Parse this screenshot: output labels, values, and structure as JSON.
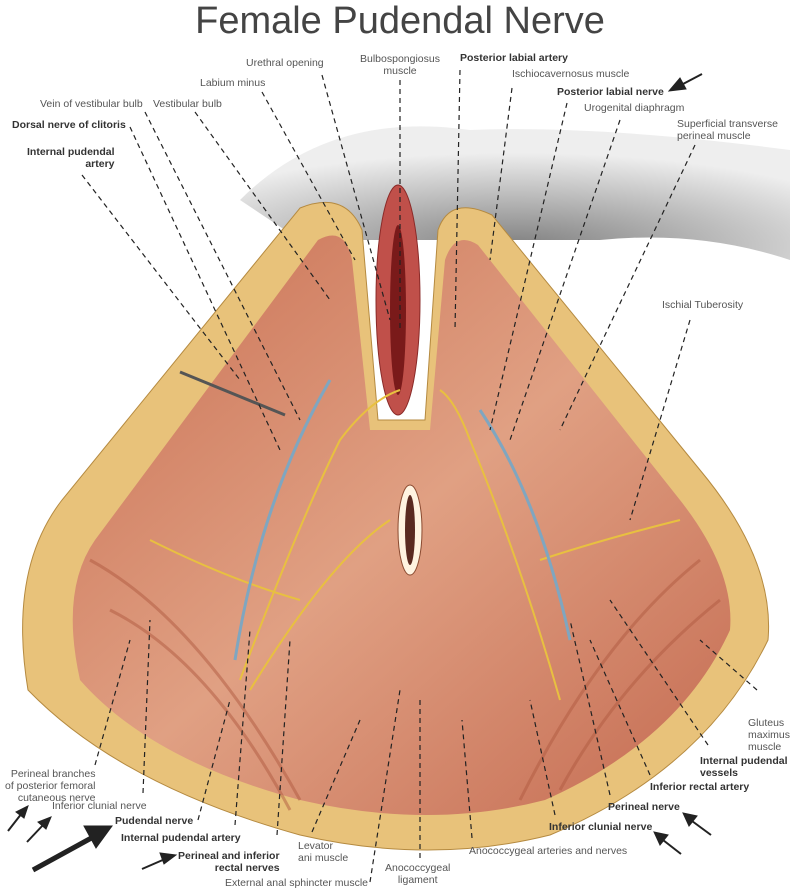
{
  "title": "Female Pudendal Nerve",
  "labels": {
    "urethral_opening": "Urethral opening",
    "bulbospongiosus": "Bulbospongiosus\nmuscle",
    "posterior_labial_artery": "Posterior labial artery",
    "ischiocavernosus": "Ischiocavernosus muscle",
    "posterior_labial_nerve": "Posterior labial nerve",
    "urogenital_diaphragm": "Urogenital diaphragm",
    "superficial_transverse": "Superficial transverse\nperineal muscle",
    "labium_minus": "Labium minus",
    "vein_vestibular_bulb": "Vein of vestibular bulb",
    "vestibular_bulb": "Vestibular bulb",
    "dorsal_nerve_clitoris": "Dorsal nerve of clitoris",
    "internal_pudendal_artery_top": "Internal pudendal\nartery",
    "ischial_tuberosity": "Ischial Tuberosity",
    "gluteus_maximus": "Gluteus\nmaximus\nmuscle",
    "internal_pudendal_vessels": "Internal pudendal\nvessels",
    "inferior_rectal_artery": "Inferior rectal artery",
    "perineal_nerve": "Perineal nerve",
    "inferior_clunial_nerve_right": "Inferior clunial nerve",
    "anococcygeal_arteries": "Anococcygeal arteries and nerves",
    "anococcygeal_ligament": "Anococcygeal\nligament",
    "external_anal_sphincter": "External anal sphincter muscle",
    "levator_ani": "Levator\nani muscle",
    "perineal_inferior_rectal": "Perineal and inferior\nrectal nerves",
    "internal_pudendal_artery_bottom": "Internal pudendal artery",
    "pudendal_nerve": "Pudendal nerve",
    "inferior_clunial_nerve_left": "Inferior clunial nerve",
    "perineal_branches": "Perineal branches\nof posterior femoral\ncutaneous nerve"
  },
  "colors": {
    "fat": "#e8c27a",
    "muscle": "#d98a6a",
    "nerve": "#e8c040",
    "vessel": "#7fa6c0",
    "skin": "#9a9a9a"
  }
}
